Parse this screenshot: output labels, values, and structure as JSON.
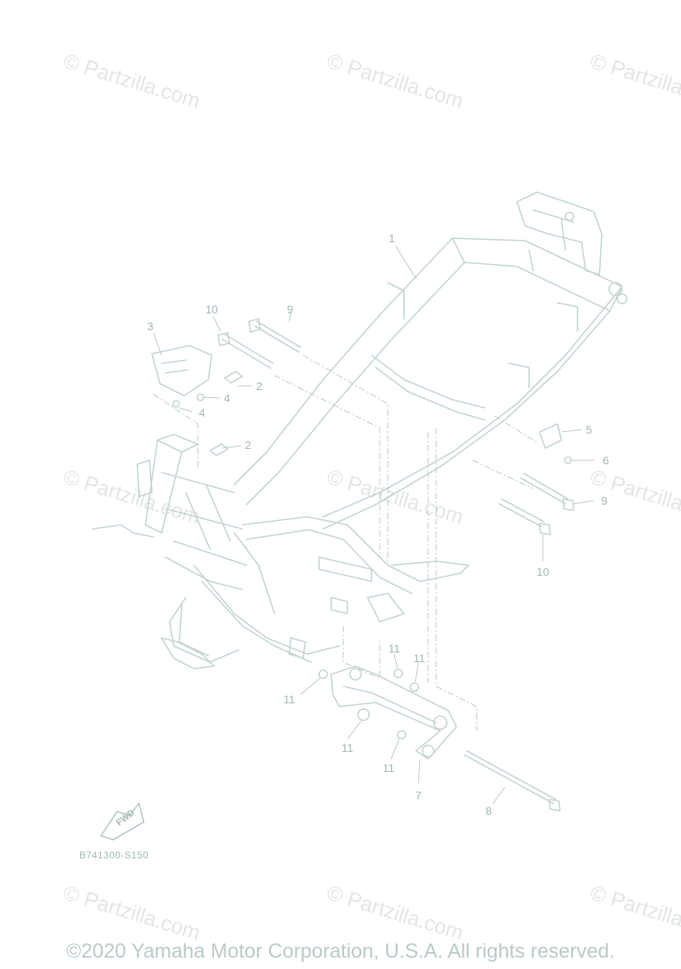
{
  "watermark": "© Partzilla.com",
  "diagram_code": "B741300-S150",
  "fwd_label": "FWD",
  "copyright": "©2020 Yamaha Motor Corporation, U.S.A. All rights reserved.",
  "callouts": [
    {
      "id": "1",
      "label": "1"
    },
    {
      "id": "2a",
      "label": "2"
    },
    {
      "id": "2b",
      "label": "2"
    },
    {
      "id": "3",
      "label": "3"
    },
    {
      "id": "4a",
      "label": "4"
    },
    {
      "id": "4b",
      "label": "4"
    },
    {
      "id": "5",
      "label": "5"
    },
    {
      "id": "6",
      "label": "6"
    },
    {
      "id": "7",
      "label": "7"
    },
    {
      "id": "8",
      "label": "8"
    },
    {
      "id": "9a",
      "label": "9"
    },
    {
      "id": "9b",
      "label": "9"
    },
    {
      "id": "10a",
      "label": "10"
    },
    {
      "id": "10b",
      "label": "10"
    },
    {
      "id": "11a",
      "label": "11"
    },
    {
      "id": "11b",
      "label": "11"
    },
    {
      "id": "11c",
      "label": "11"
    },
    {
      "id": "11d",
      "label": "11"
    },
    {
      "id": "11e",
      "label": "11"
    }
  ]
}
